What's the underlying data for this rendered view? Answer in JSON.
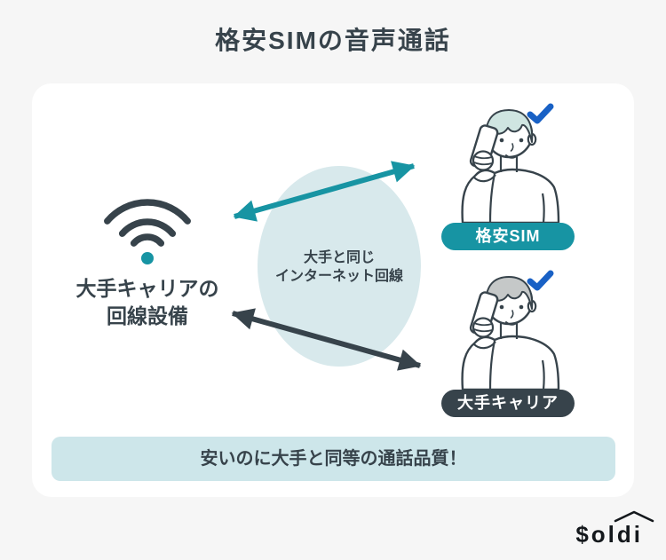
{
  "page": {
    "title": "格安SIMの音声通話"
  },
  "diagram": {
    "carrier_equipment_label": {
      "line1": "大手キャリアの",
      "line2": "回線設備"
    },
    "internet_line_label": {
      "line1": "大手と同じ",
      "line2": "インターネット回線"
    },
    "badge_cheap_sim": "格安SIM",
    "badge_major_carrier": "大手キャリア"
  },
  "banner": {
    "text": "安いのに大手と同等の通話品質！"
  },
  "logo": {
    "part1": "$ol",
    "part2": "di"
  },
  "colors": {
    "teal": "#1794a3",
    "dark_slate": "#37434b",
    "ellipse_fill": "#d8e9ec",
    "banner_fill": "#cde6ea",
    "check_blue": "#1961c5",
    "hair_cheap_sim": "#cfe5e1",
    "hair_major_carrier": "#c5c8c8",
    "page_background": "#f6f6f6",
    "card_background": "#ffffff"
  },
  "icons": {
    "wifi": "wifi-icon",
    "check": "check-icon",
    "arrow_teal": "double-arrow-teal-icon",
    "arrow_dark": "double-arrow-dark-icon"
  }
}
